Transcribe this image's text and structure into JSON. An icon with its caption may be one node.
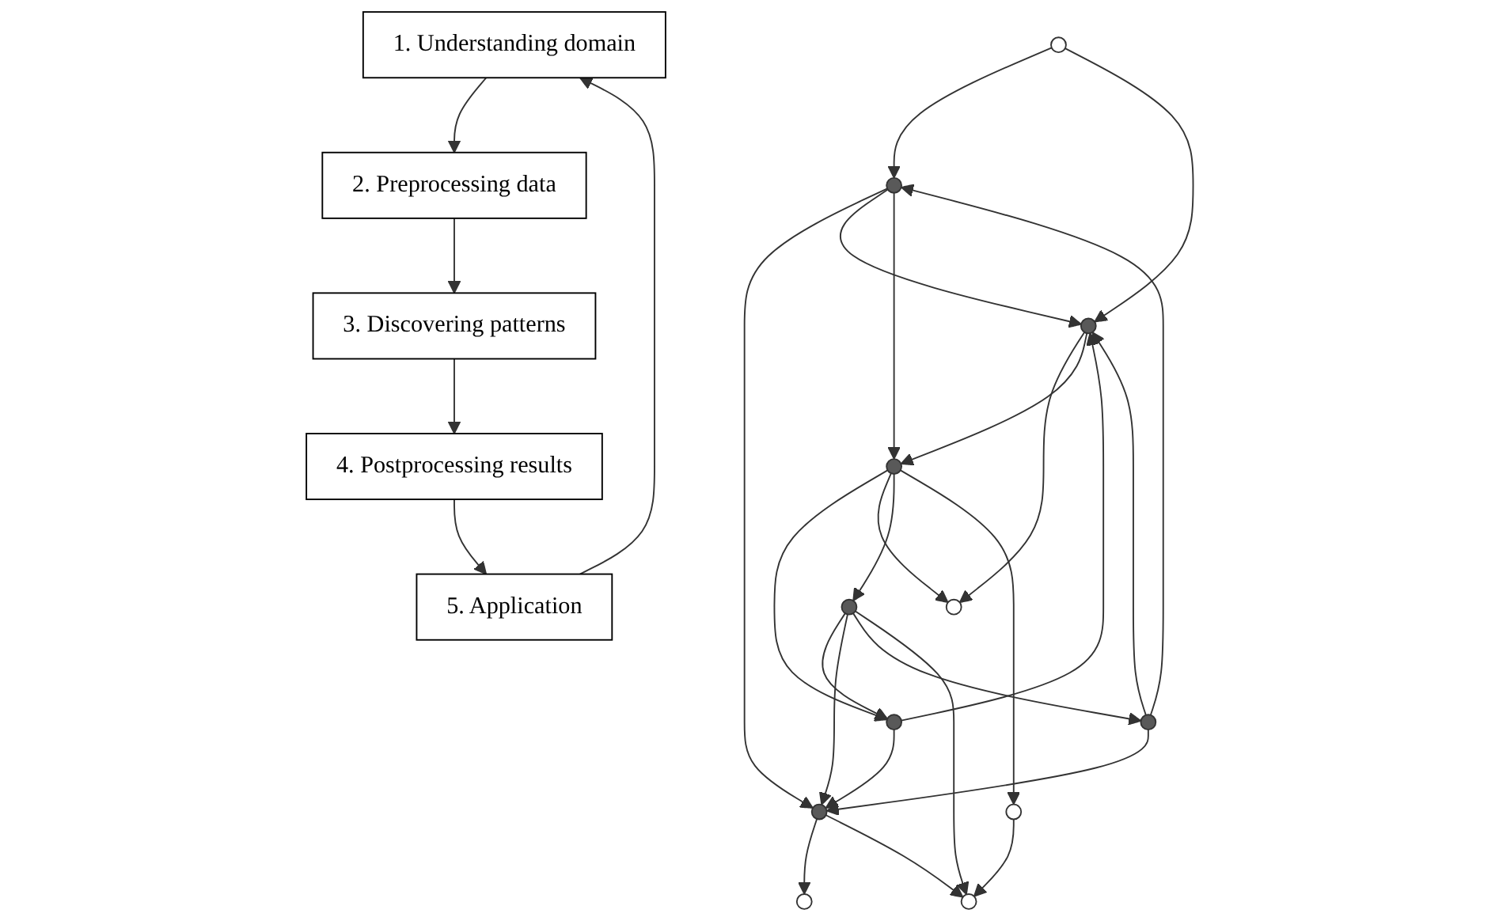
{
  "diagram": {
    "nodes": [
      {
        "text": [
          "1. Understanding domain"
        ]
      },
      {
        "text": [
          "2. Preprocessing data"
        ]
      },
      {
        "text": [
          "3. Discovering patterns"
        ]
      },
      {
        "text": [
          "4. Postprocessing results"
        ]
      },
      {
        "text": [
          "5. Application"
        ]
      },
      {
        "text": [],
        "shape": "circle"
      },
      {
        "text": [],
        "shape": "circle"
      },
      {
        "text": [],
        "shape": "circle"
      },
      {
        "text": [],
        "shape": "circle"
      },
      {
        "text": [],
        "shape": "circle"
      },
      {
        "text": [],
        "shape": "circle"
      },
      {
        "text": [],
        "shape": "circle"
      },
      {
        "text": [],
        "shape": "circle"
      },
      {
        "text": [],
        "shape": "circle"
      },
      {
        "text": [],
        "shape": "circle"
      },
      {
        "text": [],
        "shape": "circle"
      },
      {
        "text": [],
        "shape": "circle"
      }
    ],
    "edges": [
      {
        "from": 0,
        "to": 1,
        "arrow": "to"
      },
      {
        "from": 1,
        "to": 2,
        "arrow": "to"
      },
      {
        "from": 2,
        "to": 3,
        "arrow": "to"
      },
      {
        "from": 3,
        "to": 4,
        "arrow": "to"
      },
      {
        "from": 4,
        "to": 0,
        "arrow": "to"
      },
      {
        "from": 5,
        "to": 6,
        "arrow": "to"
      },
      {
        "from": 5,
        "to": 10,
        "arrow": "to"
      },
      {
        "from": 6,
        "to": 8,
        "arrow": "to"
      },
      {
        "from": 6,
        "to": 10,
        "arrow": "to"
      },
      {
        "from": 6,
        "to": 14,
        "arrow": "to"
      },
      {
        "from": 7,
        "to": 8,
        "arrow": "to"
      },
      {
        "from": 7,
        "to": 10,
        "arrow": "to"
      },
      {
        "from": 14,
        "to": 7,
        "arrow": "to"
      },
      {
        "from": 15,
        "to": 7,
        "arrow": "to"
      },
      {
        "from": 8,
        "to": 9,
        "arrow": "to"
      },
      {
        "from": 8,
        "to": 11,
        "arrow": "to"
      },
      {
        "from": 12,
        "to": 6,
        "arrow": "to"
      },
      {
        "from": 12,
        "to": 10,
        "arrow": "to"
      },
      {
        "from": 12,
        "to": 8,
        "arrow": "to"
      },
      {
        "from": 15,
        "to": 8,
        "arrow": "to"
      },
      {
        "from": 10,
        "to": 13,
        "arrow": "to"
      },
      {
        "from": 10,
        "to": 14,
        "arrow": "to"
      },
      {
        "from": 14,
        "to": 13,
        "arrow": "to"
      },
      {
        "from": 14,
        "to": 15,
        "arrow": "to"
      },
      {
        "from": 14,
        "to": 16,
        "arrow": "to"
      },
      {
        "from": 15,
        "to": 12,
        "arrow": "to"
      },
      {
        "from": 15,
        "to": 11,
        "arrow": "to"
      },
      {
        "from": 16,
        "to": 11,
        "arrow": "to"
      }
    ]
  }
}
